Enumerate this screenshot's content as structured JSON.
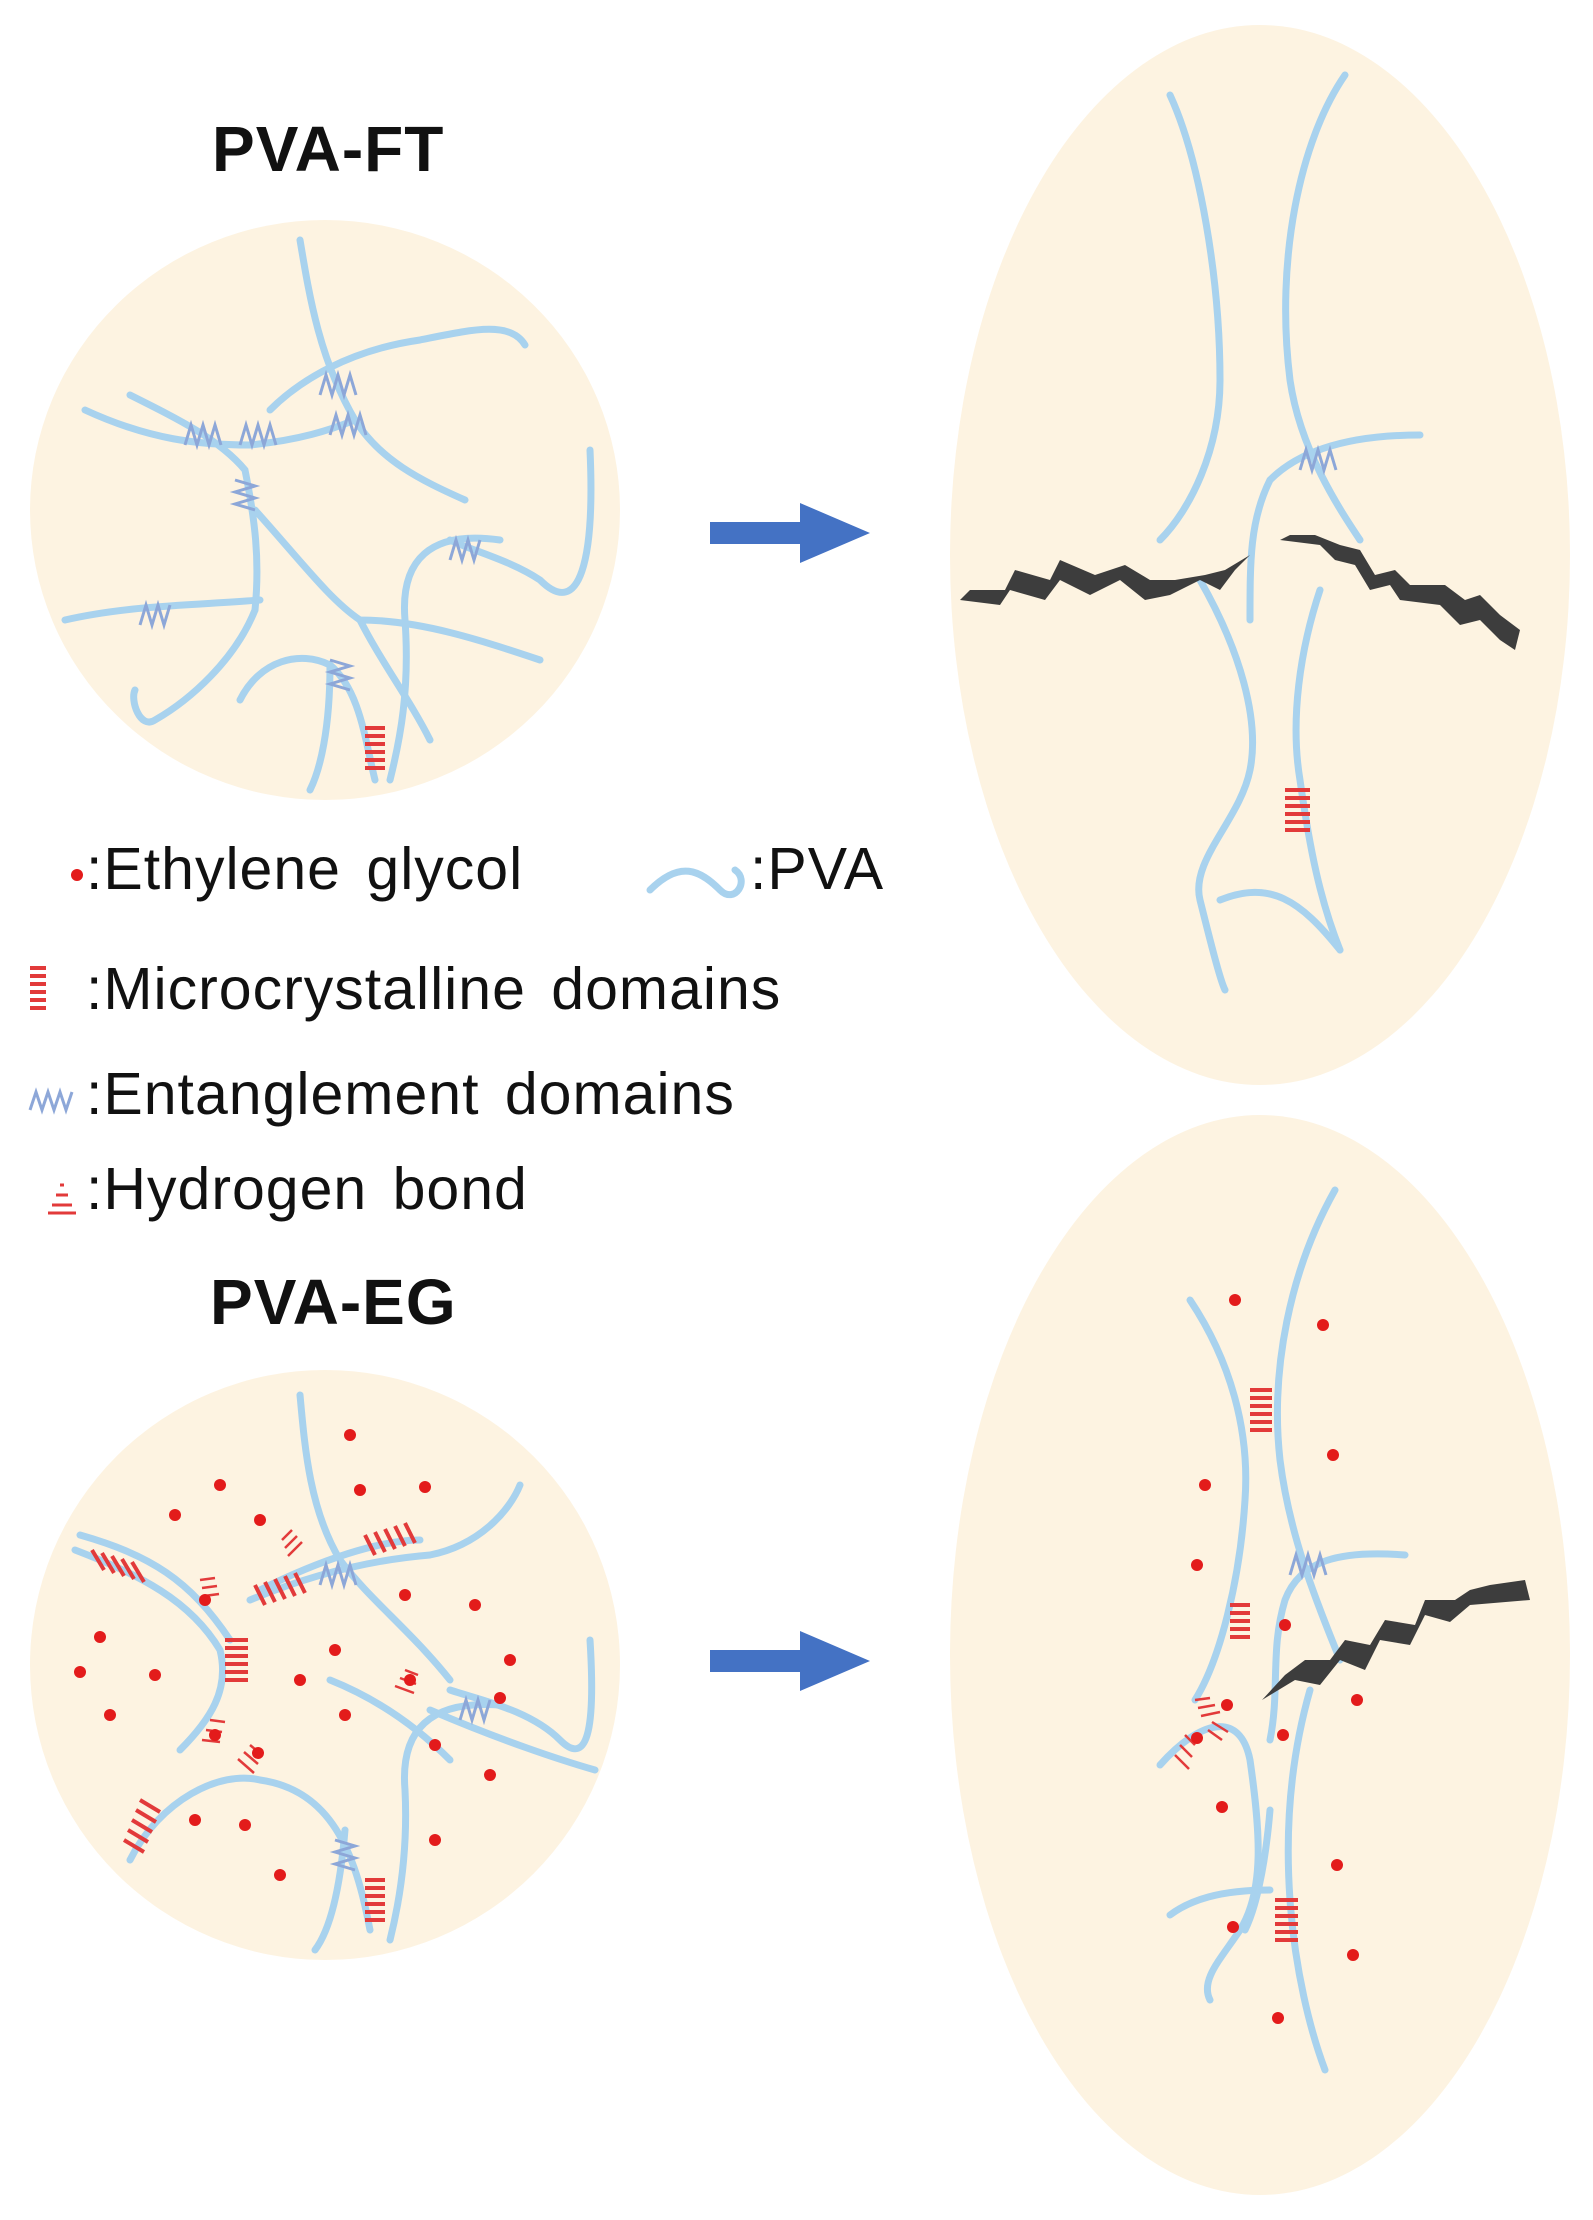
{
  "titles": {
    "top": "PVA-FT",
    "bottom": "PVA-EG"
  },
  "legend": {
    "ethylene_glycol": ":Ethylene glycol",
    "pva": ":PVA",
    "microcrystalline": ":Microcrystalline domains",
    "entanglement": ":Entanglement domains",
    "hydrogen_bond": ":Hydrogen bond"
  },
  "colors": {
    "background": "#ffffff",
    "sample_fill": "#fdf3e1",
    "pva_chain": "#a8d2ee",
    "entanglement": "#8da7d8",
    "microcrystalline": "#e23a3a",
    "ethylene_glycol": "#e31b1b",
    "hydrogen_bond": "#e23a3a",
    "arrow": "#4472c4",
    "crack": "#3d3d3d"
  },
  "icons": {
    "arrow_top": "right-arrow-icon",
    "arrow_bottom": "right-arrow-icon",
    "crack": "crack-icon"
  }
}
